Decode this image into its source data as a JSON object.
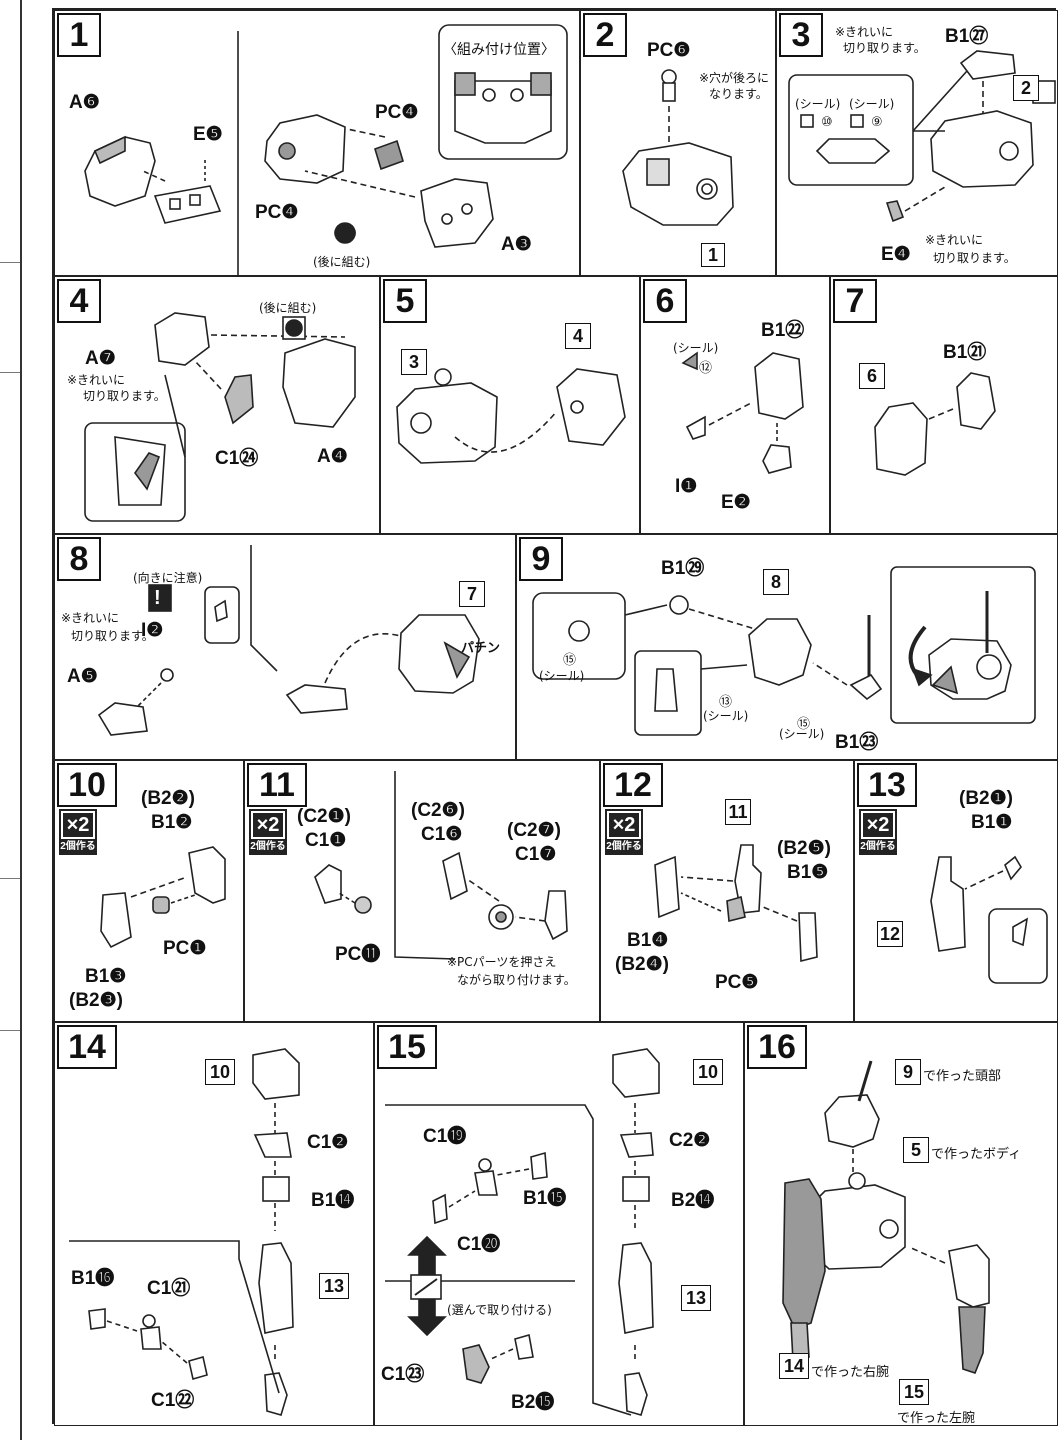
{
  "steps": {
    "s1": {
      "num": "1",
      "parts": {
        "a6": "A❻",
        "e5": "E❺",
        "pc4a": "PC❹",
        "pc4b": "PC❹",
        "a3": "A❸"
      },
      "inset": "〈組み付け位置〉",
      "later": "(後に組む)"
    },
    "s2": {
      "num": "2",
      "pc6": "PC❻",
      "note1": "※穴が後ろに",
      "note2": "なります。",
      "ref1": "1"
    },
    "s3": {
      "num": "3",
      "note_a": "※きれいに",
      "note_b": "切り取ります。",
      "b127": "B1㉗",
      "ref2": "2",
      "seal1": "(シール)",
      "seal2": "(シール)",
      "seal10": "⑩",
      "seal9": "⑨",
      "e4": "E❹",
      "note_c": "※きれいに",
      "note_d": "切り取ります。"
    },
    "s4": {
      "num": "4",
      "later": "(後に組む)",
      "a7": "A❼",
      "note_a": "※きれいに",
      "note_b": "切り取ります。",
      "c124": "C1㉔",
      "a4": "A❹"
    },
    "s5": {
      "num": "5",
      "ref3": "3",
      "ref4": "4"
    },
    "s6": {
      "num": "6",
      "seal": "(シール)",
      "seal12": "⑫",
      "b122": "B1㉒",
      "i1": "I❶",
      "e2": "E❷"
    },
    "s7": {
      "num": "7",
      "b121": "B1㉑",
      "ref6": "6"
    },
    "s8": {
      "num": "8",
      "caution": "(向きに注意)",
      "note_a": "※きれいに",
      "note_b": "切り取ります。",
      "i2": "I❷",
      "a5": "A❺",
      "ref7": "7",
      "snap": "パチン"
    },
    "s9": {
      "num": "9",
      "b129": "B1㉙",
      "ref8": "8",
      "seal15a": "⑮",
      "seal_a": "(シール)",
      "seal13": "⑬",
      "seal_b": "(シール)",
      "seal15b": "⑮",
      "seal_c": "(シール)",
      "b123": "B1㉓"
    },
    "s10": {
      "num": "10",
      "x2": "×2",
      "make2": "2個作る",
      "b22": "(B2❷)",
      "b12": "B1❷",
      "pc1": "PC❶",
      "b13": "B1❸",
      "b23": "(B2❸)"
    },
    "s11": {
      "num": "11",
      "x2": "×2",
      "make2": "2個作る",
      "c21": "(C2❶)",
      "c11": "C1❶",
      "pc11": "PC⓫",
      "c26": "(C2❻)",
      "c16": "C1❻",
      "c27": "(C2❼)",
      "c17": "C1❼",
      "note_a": "※PCパーツを押さえ",
      "note_b": "ながら取り付けます。"
    },
    "s12": {
      "num": "12",
      "x2": "×2",
      "make2": "2個作る",
      "ref11": "11",
      "b25": "(B2❺)",
      "b15": "B1❺",
      "b14": "B1❹",
      "b24": "(B2❹)",
      "pc5": "PC❺"
    },
    "s13": {
      "num": "13",
      "x2": "×2",
      "make2": "2個作る",
      "b21": "(B2❶)",
      "b11": "B1❶",
      "ref12": "12"
    },
    "s14": {
      "num": "14",
      "ref10": "10",
      "c12": "C1❷",
      "b114": "B1⓮",
      "ref13": "13",
      "b116": "B1⓰",
      "c121": "C1㉑",
      "c122": "C1㉒"
    },
    "s15": {
      "num": "15",
      "ref10": "10",
      "c119": "C1⓳",
      "b115": "B1⓯",
      "c120": "C1⓴",
      "c22": "C2❷",
      "b214": "B2⓮",
      "ref13": "13",
      "choose": "(選んで取り付ける)",
      "c123": "C1㉓",
      "b215": "B2⓯"
    },
    "s16": {
      "num": "16",
      "ref9": "9",
      "head": "で作った頭部",
      "ref5": "5",
      "body": "で作ったボディ",
      "ref14": "14",
      "rarm": "で作った右腕",
      "ref15": "15",
      "larm": "で作った左腕"
    }
  },
  "colors": {
    "line": "#222222",
    "tone": "#9a9a9a",
    "dark": "#222222"
  }
}
